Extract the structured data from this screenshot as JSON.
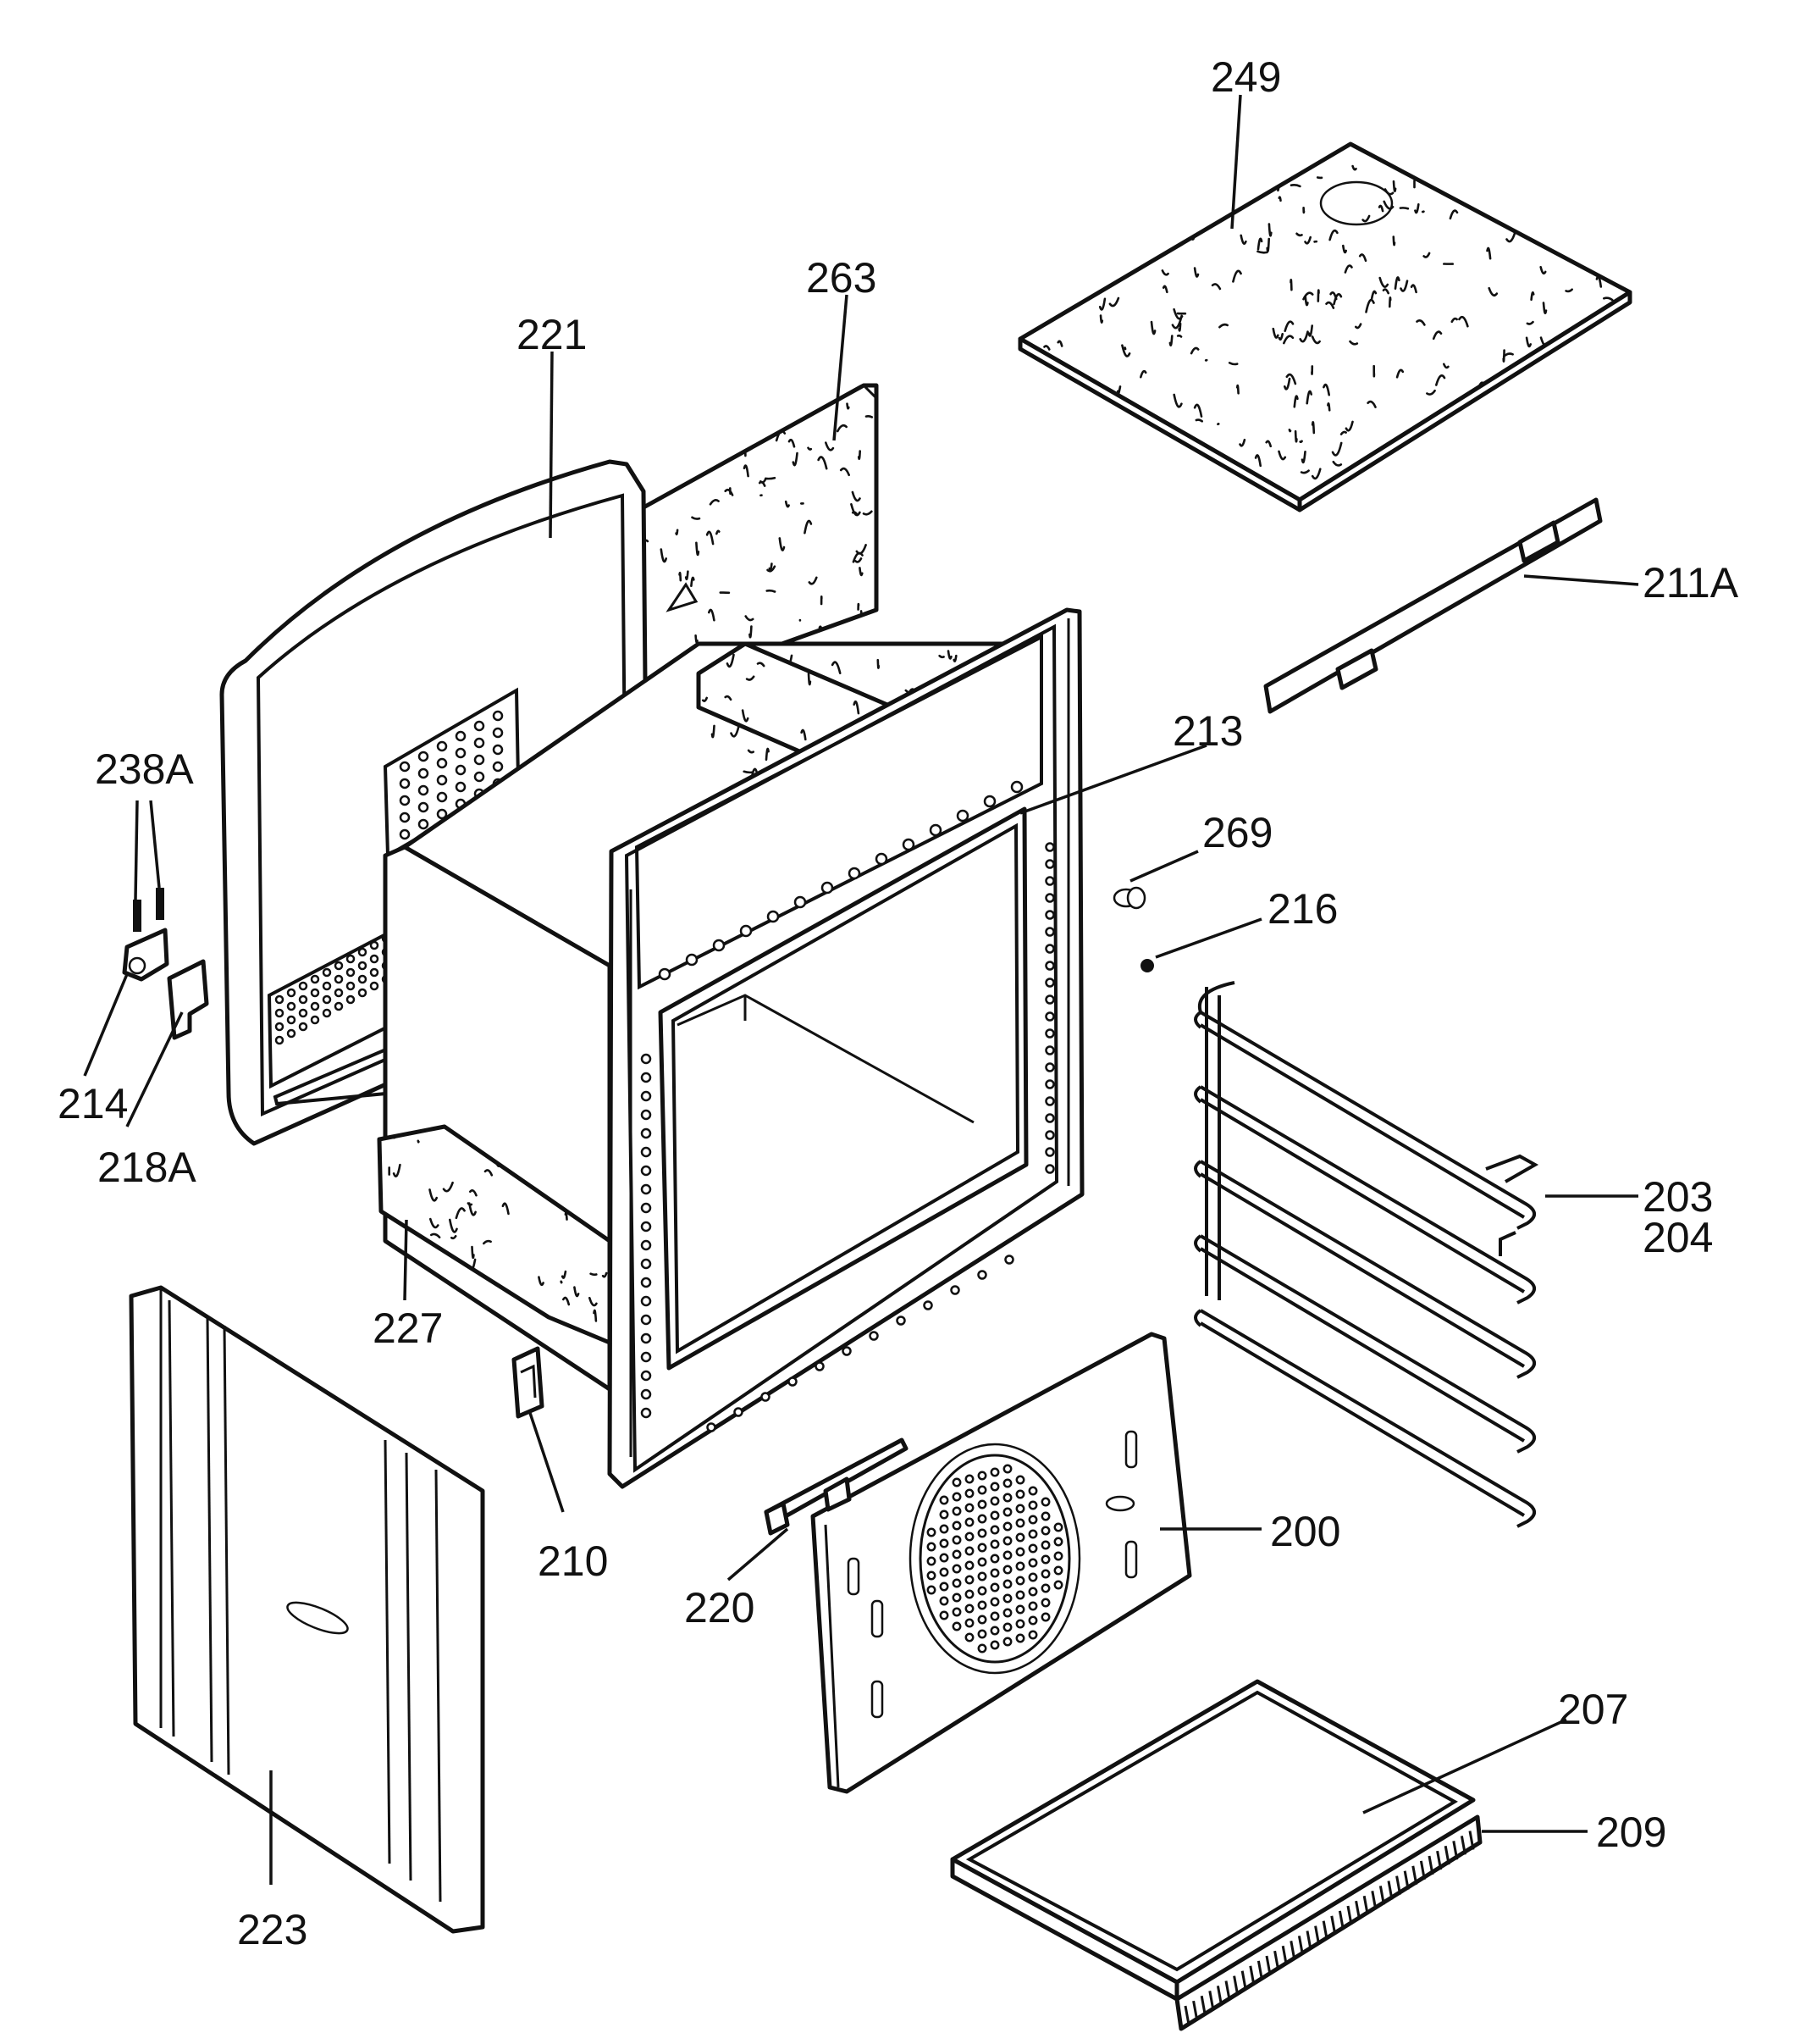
{
  "callouts": [
    {
      "key": "c249",
      "text": "249"
    },
    {
      "key": "c263",
      "text": "263"
    },
    {
      "key": "c221",
      "text": "221"
    },
    {
      "key": "c211A",
      "text": "211A"
    },
    {
      "key": "c213",
      "text": "213"
    },
    {
      "key": "c238A",
      "text": "238A"
    },
    {
      "key": "c269",
      "text": "269"
    },
    {
      "key": "c216",
      "text": "216"
    },
    {
      "key": "c214",
      "text": "214"
    },
    {
      "key": "c218A",
      "text": "218A"
    },
    {
      "key": "c203",
      "text": "203"
    },
    {
      "key": "c204",
      "text": "204"
    },
    {
      "key": "c227",
      "text": "227"
    },
    {
      "key": "c210",
      "text": "210"
    },
    {
      "key": "c200",
      "text": "200"
    },
    {
      "key": "c220",
      "text": "220"
    },
    {
      "key": "c207",
      "text": "207"
    },
    {
      "key": "c209",
      "text": "209"
    },
    {
      "key": "c223",
      "text": "223"
    }
  ]
}
